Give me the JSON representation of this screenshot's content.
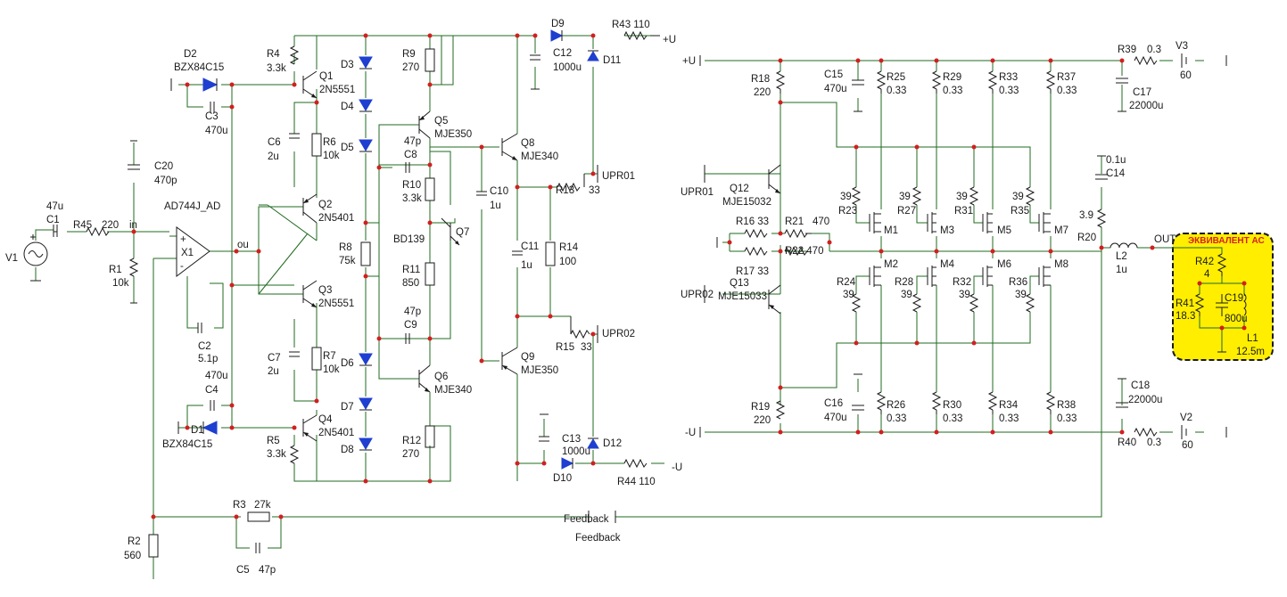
{
  "components": [
    {
      "id": "V1",
      "l1": "V1"
    },
    {
      "id": "C1",
      "l1": "47u",
      "l2": "C1"
    },
    {
      "id": "R45",
      "l1": "R45",
      "l2": "220"
    },
    {
      "id": "R1",
      "l1": "R1",
      "l2": "10k"
    },
    {
      "id": "C20",
      "l1": "C20",
      "l2": "470p"
    },
    {
      "id": "X1",
      "l1": "AD744J_AD",
      "l2": "X1"
    },
    {
      "id": "C2",
      "l1": "C2",
      "l2": "5.1p"
    },
    {
      "id": "D2",
      "l1": "D2",
      "l2": "BZX84C15"
    },
    {
      "id": "C3",
      "l1": "C3",
      "l2": "470u"
    },
    {
      "id": "R4",
      "l1": "R4",
      "l2": "3.3k"
    },
    {
      "id": "Q1",
      "l1": "Q1",
      "l2": "2N5551"
    },
    {
      "id": "C6",
      "l1": "C6",
      "l2": "2u"
    },
    {
      "id": "R6",
      "l1": "R6",
      "l2": "10k"
    },
    {
      "id": "Q2",
      "l1": "Q2",
      "l2": "2N5401"
    },
    {
      "id": "Q3",
      "l1": "Q3",
      "l2": "2N5551"
    },
    {
      "id": "C7",
      "l1": "C7",
      "l2": "2u"
    },
    {
      "id": "R7",
      "l1": "R7",
      "l2": "10k"
    },
    {
      "id": "Q4",
      "l1": "Q4",
      "l2": "2N5401"
    },
    {
      "id": "R5",
      "l1": "R5",
      "l2": "3.3k"
    },
    {
      "id": "C4",
      "l1": "470u",
      "l2": "C4"
    },
    {
      "id": "D1",
      "l1": "D1",
      "l2": "BZX84C15"
    },
    {
      "id": "D3",
      "l1": "D3"
    },
    {
      "id": "D4",
      "l1": "D4"
    },
    {
      "id": "D5",
      "l1": "D5"
    },
    {
      "id": "D6",
      "l1": "D6"
    },
    {
      "id": "D7",
      "l1": "D7"
    },
    {
      "id": "D8",
      "l1": "D8"
    },
    {
      "id": "R8",
      "l1": "R8",
      "l2": "75k"
    },
    {
      "id": "R9",
      "l1": "R9",
      "l2": "270"
    },
    {
      "id": "Q5",
      "l1": "Q5",
      "l2": "MJE350"
    },
    {
      "id": "C8",
      "l1": "47p",
      "l2": "C8"
    },
    {
      "id": "R10",
      "l1": "R10",
      "l2": "3.3k"
    },
    {
      "id": "Q7",
      "l1": "BD139",
      "l2": "Q7"
    },
    {
      "id": "R11",
      "l1": "R11",
      "l2": "850"
    },
    {
      "id": "C9",
      "l1": "47p",
      "l2": "C9"
    },
    {
      "id": "Q6",
      "l1": "Q6",
      "l2": "MJE340"
    },
    {
      "id": "R12",
      "l1": "R12",
      "l2": "270"
    },
    {
      "id": "Q8",
      "l1": "Q8",
      "l2": "MJE340"
    },
    {
      "id": "Q9",
      "l1": "Q9",
      "l2": "MJE350"
    },
    {
      "id": "C10",
      "l1": "C10",
      "l2": "1u"
    },
    {
      "id": "C11",
      "l1": "C11",
      "l2": "1u"
    },
    {
      "id": "R13",
      "l1": "R13",
      "l2": "33"
    },
    {
      "id": "R14",
      "l1": "R14",
      "l2": "100"
    },
    {
      "id": "R15",
      "l1": "R15",
      "l2": "33"
    },
    {
      "id": "D9",
      "l1": "D9"
    },
    {
      "id": "R43",
      "l1": "R43 110",
      "l2": "+U"
    },
    {
      "id": "C12",
      "l1": "C12",
      "l2": "1000u"
    },
    {
      "id": "D11",
      "l1": "D11"
    },
    {
      "id": "D10",
      "l1": "D10"
    },
    {
      "id": "R44",
      "l1": "R44 110",
      "l2": "-U"
    },
    {
      "id": "C13",
      "l1": "C13",
      "l2": "1000u"
    },
    {
      "id": "D12",
      "l1": "D12"
    },
    {
      "id": "UPR01",
      "l1": "UPR01"
    },
    {
      "id": "UPR02",
      "l1": "UPR02"
    },
    {
      "id": "R3",
      "l1": "R3",
      "l2": "27k"
    },
    {
      "id": "C5",
      "l1": "C5",
      "l2": "47p"
    },
    {
      "id": "R2",
      "l1": "R2",
      "l2": "560"
    },
    {
      "id": "R18",
      "l1": "R18",
      "l2": "220"
    },
    {
      "id": "R19",
      "l1": "R19",
      "l2": "220"
    },
    {
      "id": "Q12",
      "l1": "Q12",
      "l2": "MJE15032"
    },
    {
      "id": "Q13",
      "l1": "Q13",
      "l2": "MJE15033"
    },
    {
      "id": "R16",
      "l1": "R16 33"
    },
    {
      "id": "R17",
      "l1": "R17 33"
    },
    {
      "id": "R21",
      "l1": "R21",
      "l2": "470"
    },
    {
      "id": "R22",
      "l1": "R22 470"
    },
    {
      "id": "C15",
      "l1": "C15",
      "l2": "470u"
    },
    {
      "id": "C16",
      "l1": "C16",
      "l2": "470u"
    },
    {
      "id": "R25",
      "l1": "R25",
      "l2": "0.33"
    },
    {
      "id": "R29",
      "l1": "R29",
      "l2": "0.33"
    },
    {
      "id": "R33",
      "l1": "R33",
      "l2": "0.33"
    },
    {
      "id": "R37",
      "l1": "R37",
      "l2": "0.33"
    },
    {
      "id": "R26",
      "l1": "R26",
      "l2": "0.33"
    },
    {
      "id": "R30",
      "l1": "R30",
      "l2": "0.33"
    },
    {
      "id": "R34",
      "l1": "R34",
      "l2": "0.33"
    },
    {
      "id": "R38",
      "l1": "R38",
      "l2": "0.33"
    },
    {
      "id": "R23",
      "l1": "39",
      "l2": "R23"
    },
    {
      "id": "R27",
      "l1": "39",
      "l2": "R27"
    },
    {
      "id": "R31",
      "l1": "39",
      "l2": "R31"
    },
    {
      "id": "R35",
      "l1": "39",
      "l2": "R35"
    },
    {
      "id": "R24",
      "l1": "R24",
      "l2": "39"
    },
    {
      "id": "R28",
      "l1": "R28",
      "l2": "39"
    },
    {
      "id": "R32",
      "l1": "R32",
      "l2": "39"
    },
    {
      "id": "R36",
      "l1": "R36",
      "l2": "39"
    },
    {
      "id": "M1",
      "l1": "M1"
    },
    {
      "id": "M2",
      "l1": "M2"
    },
    {
      "id": "M3",
      "l1": "M3"
    },
    {
      "id": "M4",
      "l1": "M4"
    },
    {
      "id": "M5",
      "l1": "M5"
    },
    {
      "id": "M6",
      "l1": "M6"
    },
    {
      "id": "M7",
      "l1": "M7"
    },
    {
      "id": "M8",
      "l1": "M8"
    },
    {
      "id": "R39",
      "l1": "R39",
      "l2": "0.3"
    },
    {
      "id": "V3",
      "l1": "V3",
      "l2": "60"
    },
    {
      "id": "C17",
      "l1": "C17",
      "l2": "22000u"
    },
    {
      "id": "R40",
      "l1": "R40",
      "l2": "0.3"
    },
    {
      "id": "V2",
      "l1": "V2",
      "l2": "60"
    },
    {
      "id": "C18",
      "l1": "C18",
      "l2": "22000u"
    },
    {
      "id": "C14",
      "l1": "0.1u",
      "l2": "C14"
    },
    {
      "id": "R20",
      "l1": "3.9",
      "l2": "R20"
    },
    {
      "id": "L2",
      "l1": "L2",
      "l2": "1u"
    },
    {
      "id": "R42",
      "l1": "R42",
      "l2": "4"
    },
    {
      "id": "R41",
      "l1": "R41",
      "l2": "18.3"
    },
    {
      "id": "C19",
      "l1": "C19'",
      "l2": "800u"
    },
    {
      "id": "L1",
      "l1": "L1",
      "l2": "12.5m"
    }
  ],
  "nets": {
    "plus_u": "+U",
    "minus_u": "-U",
    "out": "OUT",
    "in": "in",
    "ou": "ou",
    "fb1": "Feedback",
    "fb2": "Feedback"
  },
  "speaker_equivalent": {
    "title": "ЭКВИВАЛЕНТ АС",
    "fill": "#ffee00",
    "border": "#1a1a1a"
  },
  "colors": {
    "wire": "#1f6b1f",
    "dot": "#d21f1f",
    "diode": "#1e3fd0",
    "component": "#1a1a1a"
  }
}
